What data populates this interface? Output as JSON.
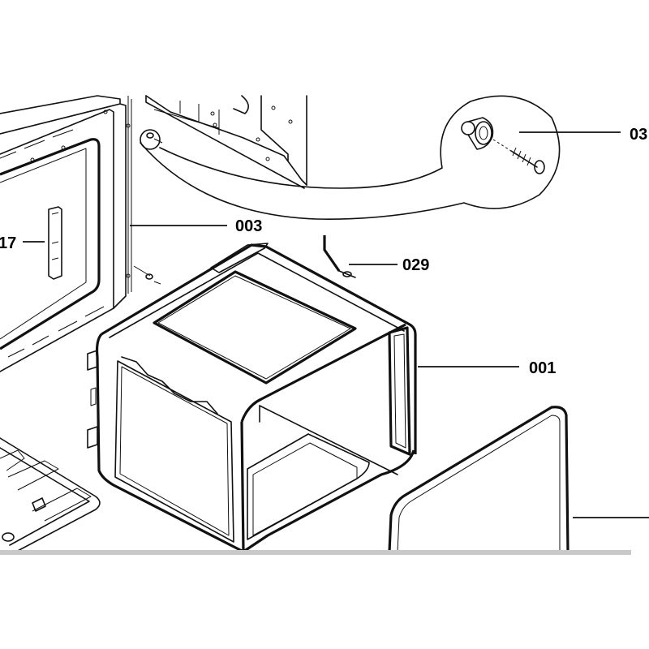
{
  "parts": [
    {
      "id": "003",
      "label": "003"
    },
    {
      "id": "029",
      "label": "029"
    },
    {
      "id": "001",
      "label": "001"
    },
    {
      "id": "017-partial",
      "label": "17"
    },
    {
      "id": "03-partial",
      "label": "03"
    }
  ]
}
